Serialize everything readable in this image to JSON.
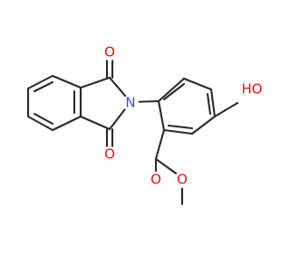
{
  "diagram": {
    "atoms": {
      "o_imide_top": {
        "label": "O",
        "color": "#ff0d0d"
      },
      "n_imide": {
        "label": "N",
        "color": "#3050f8"
      },
      "o_imide_bottom": {
        "label": "O",
        "color": "#ff0d0d"
      },
      "o_hydroxyl": {
        "label": "HO",
        "color": "#ff0d0d"
      },
      "o_carbonyl": {
        "label": "O",
        "color": "#ff0d0d"
      },
      "o_ester": {
        "label": "O",
        "color": "#ff0d0d"
      }
    },
    "bond_color": "#2b2b2b",
    "background": "#ffffff"
  }
}
